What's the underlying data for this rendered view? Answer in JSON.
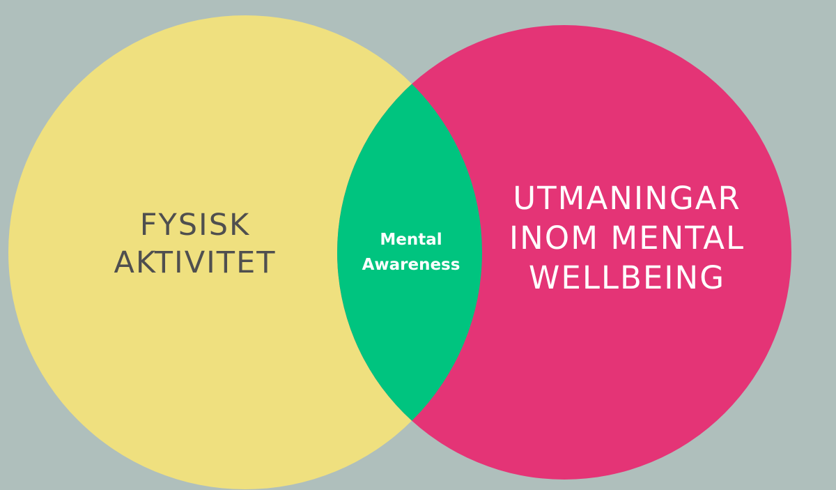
{
  "colors": {
    "background": "#afbfbc",
    "left_circle": "#efe07f",
    "right_circle": "#e43476",
    "intersection": "#00c47f"
  },
  "left": {
    "line1": "FYSISK",
    "line2": "AKTIVITET"
  },
  "right": {
    "line1": "UTMANINGAR",
    "line2": "INOM MENTAL",
    "line3": "WELLBEING"
  },
  "intersection": {
    "line1": "Mental",
    "line2": "Awareness"
  }
}
